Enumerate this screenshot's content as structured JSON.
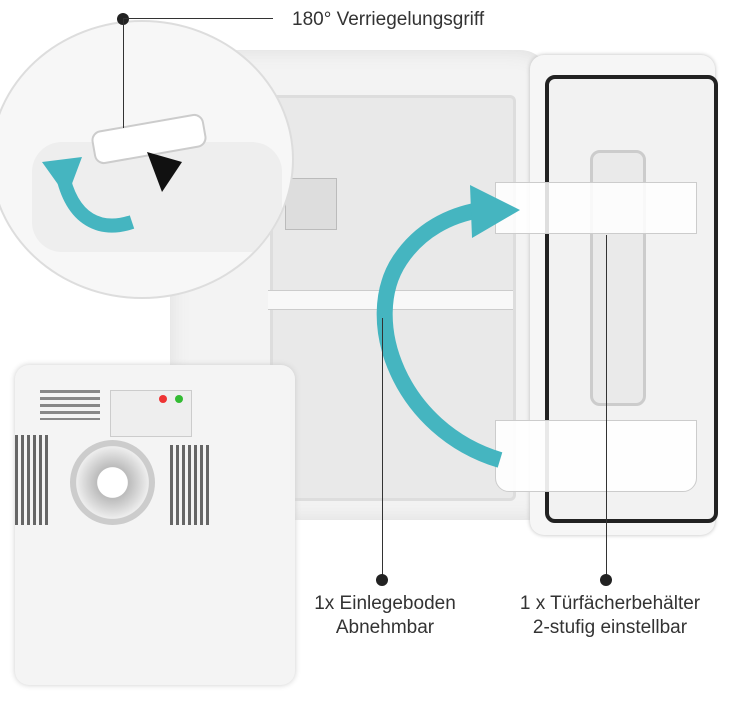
{
  "labels": {
    "handle": "180° Verriegelungsgriff",
    "shelf_line1": "1x Einlegeboden",
    "shelf_line2": "Abnehmbar",
    "door_line1": "1 x Türfächerbehälter",
    "door_line2": "2-stufig einstellbar"
  },
  "colors": {
    "accent": "#45b5c0",
    "body": "#f2f2f2"
  }
}
